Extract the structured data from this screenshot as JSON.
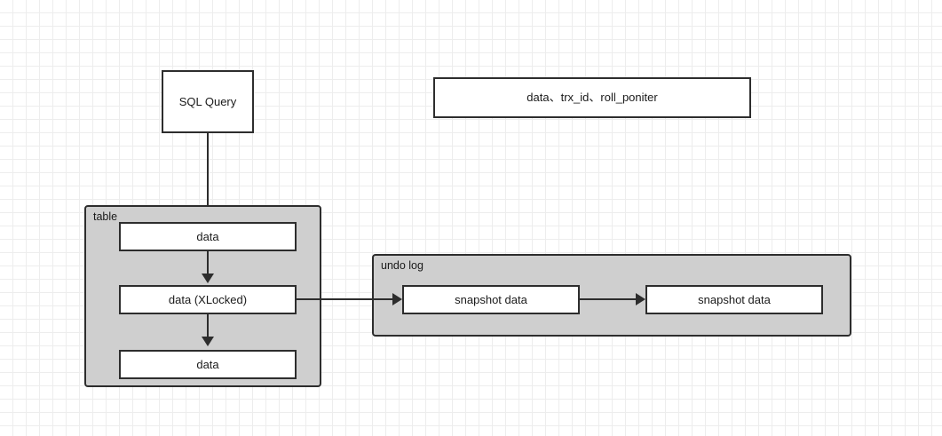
{
  "diagram": {
    "title": "MySQL MVCC / undo log diagram",
    "background": {
      "grid_minor_color": "#ededed",
      "grid_major_color": "#e0e0e0",
      "page_color": "#ffffff"
    },
    "colors": {
      "stroke": "#2d2d2d",
      "container_fill": "#cfcfcf",
      "node_fill": "#ffffff",
      "text": "#1a1a1a"
    },
    "nodes": {
      "sql_query": {
        "label": "SQL Query"
      },
      "row_format": {
        "label": "data、trx_id、roll_poniter"
      },
      "table_container": {
        "label": "table"
      },
      "table_row_1": {
        "label": "data"
      },
      "table_row_2": {
        "label": "data (XLocked)"
      },
      "table_row_3": {
        "label": "data"
      },
      "undo_container": {
        "label": "undo log"
      },
      "snapshot_1": {
        "label": "snapshot data"
      },
      "snapshot_2": {
        "label": "snapshot data"
      }
    },
    "edges": [
      {
        "name": "sql-query-to-table-row-1",
        "from": "sql_query",
        "to": "table_row_1",
        "direction": "down"
      },
      {
        "name": "table-row-1-to-row-2",
        "from": "table_row_1",
        "to": "table_row_2",
        "direction": "down"
      },
      {
        "name": "table-row-2-to-row-3",
        "from": "table_row_2",
        "to": "table_row_3",
        "direction": "down"
      },
      {
        "name": "table-row-2-to-snapshot-1",
        "from": "table_row_2",
        "to": "snapshot_1",
        "direction": "right"
      },
      {
        "name": "snapshot-1-to-snapshot-2",
        "from": "snapshot_1",
        "to": "snapshot_2",
        "direction": "right"
      }
    ]
  }
}
